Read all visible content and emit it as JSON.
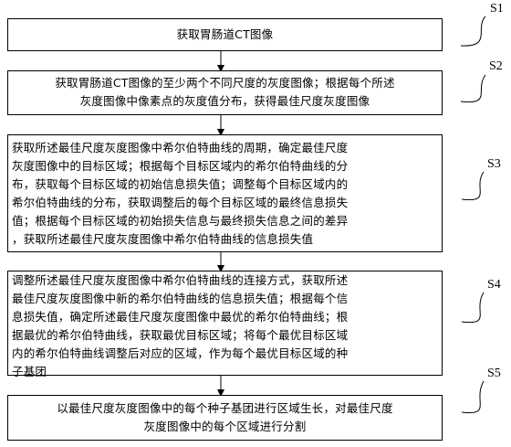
{
  "steps": [
    {
      "id": "S1",
      "text": "获取胃肠道CT图像"
    },
    {
      "id": "S2",
      "text": "获取胃肠道CT图像的至少两个不同尺度的灰度图像；根据每个所述\n灰度图像中像素点的灰度值分布，获得最佳尺度灰度图像"
    },
    {
      "id": "S3",
      "text": "获取所述最佳尺度灰度图像中希尔伯特曲线的周期，确定最佳尺度\n灰度图像中的目标区域；根据每个目标区域内的希尔伯特曲线的分\n布，获取每个目标区域的初始信息损失值；调整每个目标区域内的\n希尔伯特曲线的分布，获取调整后的每个目标区域的最终信息损失\n值；根据每个目标区域的初始损失信息与最终损失信息之间的差异\n，获取所述最佳尺度灰度图像中希尔伯特曲线的信息损失值"
    },
    {
      "id": "S4",
      "text": "调整所述最佳尺度灰度图像中希尔伯特曲线的连接方式，获取所述\n最佳尺度灰度图像中新的希尔伯特曲线的信息损失值；根据每个信\n息损失值，确定所述最佳尺度灰度图像中最优的希尔伯特曲线；根\n据最优的希尔伯特曲线，获取最优目标区域；将每个最优目标区域\n内的希尔伯特曲线调整后对应的区域，作为每个最优目标区域的种\n子基团"
    },
    {
      "id": "S5",
      "text": "以最佳尺度灰度图像中的每个种子基团进行区域生长，对最佳尺度\n灰度图像中的每个区域进行分割"
    }
  ],
  "colors": {
    "stroke": "#000000",
    "background": "#ffffff"
  }
}
